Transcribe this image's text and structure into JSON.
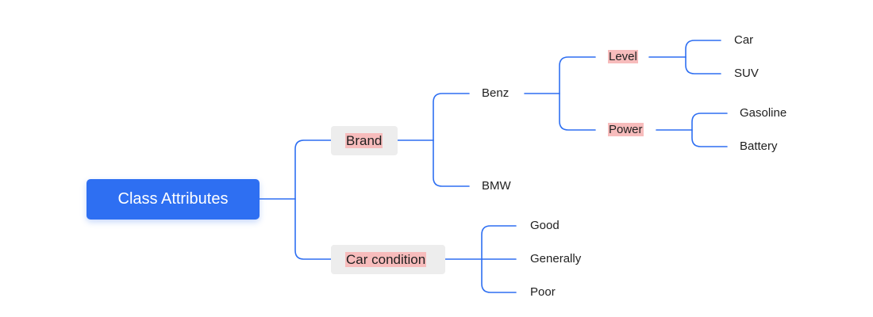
{
  "root": {
    "label": "Class Attributes"
  },
  "brand": {
    "label": "Brand",
    "benz": {
      "label": "Benz",
      "level": {
        "label": "Level",
        "children": [
          "Car",
          "SUV"
        ]
      },
      "power": {
        "label": "Power",
        "children": [
          "Gasoline",
          "Battery"
        ]
      }
    },
    "bmw": {
      "label": "BMW"
    }
  },
  "condition": {
    "label": "Car condition",
    "children": [
      "Good",
      "Generally",
      "Poor"
    ]
  },
  "colors": {
    "root_fill": "#2e6ff2",
    "link": "#2e6ff2",
    "node_fill": "#ededed",
    "highlight": "#f7bcbc"
  }
}
